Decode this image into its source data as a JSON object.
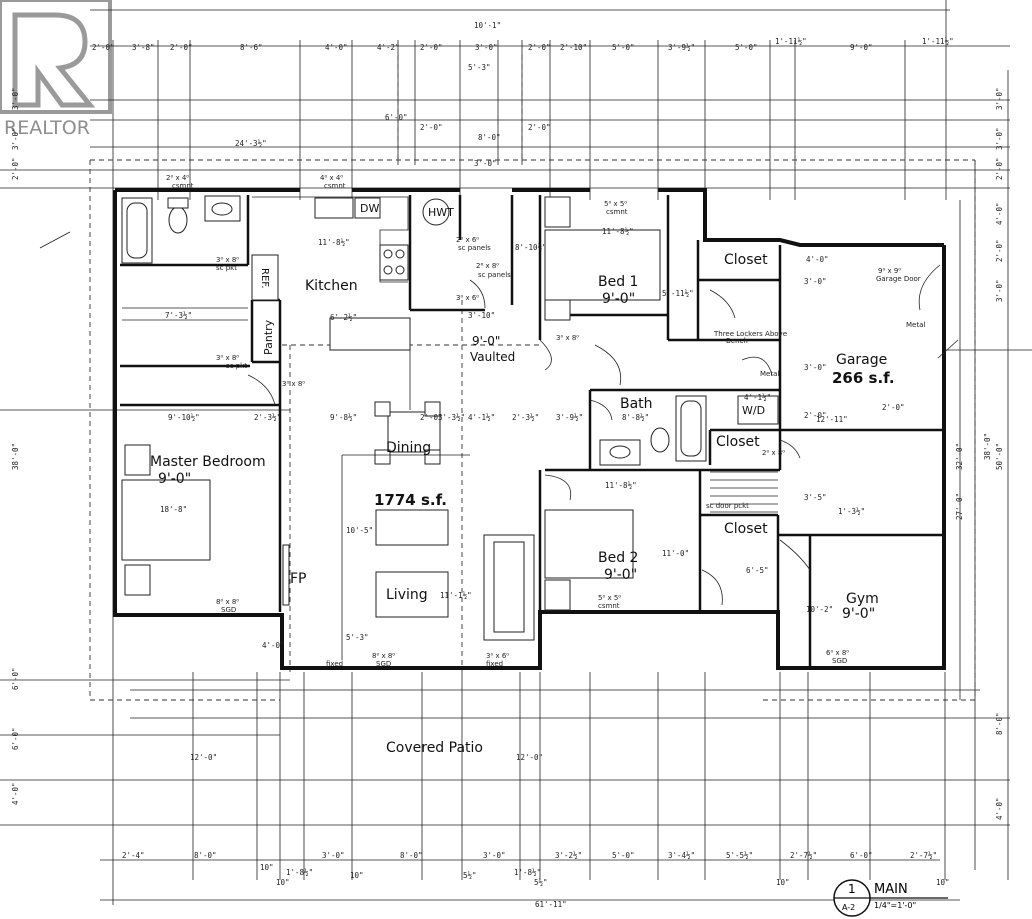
{
  "watermark": {
    "text": "REALTOR"
  },
  "rooms": {
    "kitchen": "Kitchen",
    "ref": "REF.",
    "pantry": "Pantry",
    "dw": "DW",
    "hwt": "HWT",
    "bed1_name": "Bed 1",
    "bed1_ceiling": "9'-0\"",
    "closet1": "Closet",
    "closet2": "Closet",
    "closet3": "Closet",
    "bath": "Bath",
    "wd": "W/D",
    "garage_name": "Garage",
    "garage_area": "266 s.f.",
    "vault_height": "9'-0\"",
    "vault_label": "Vaulted",
    "master_name": "Master Bedroom",
    "master_ceiling": "9'-0\"",
    "dining": "Dining",
    "area_total": "1774 s.f.",
    "living": "Living",
    "fp": "FP",
    "bed2_name": "Bed 2",
    "bed2_ceiling": "9'-0\"",
    "gym_name": "Gym",
    "gym_ceiling": "9'-0\"",
    "patio": "Covered Patio"
  },
  "notes": {
    "garage_door": "Garage Door",
    "garage_door_size": "9⁰ x 9⁰",
    "metal": "Metal",
    "metal2": "Metal",
    "lockers": "Three Lockers Above",
    "bench": "Bench",
    "sc_panels": "sc panels",
    "sc_panels2": "sc panels",
    "sc_pkt": "sc pkt",
    "sc_pkt2": "sc pkt",
    "csmnt": "csmnt",
    "csmnt2": "csmnt",
    "csmnt3": "csmnt",
    "csmnt4": "csmnt",
    "sgd": "SGD",
    "sgd2": "SGD",
    "sgd3": "SGD",
    "fixed": "fixed",
    "fixed2": "fixed",
    "sc_door_pkt": "sc door pckt"
  },
  "title_block": {
    "number": "1",
    "sheet": "A-2",
    "name": "MAIN",
    "scale": "1/4\"=1'-0\""
  },
  "dims": {
    "top_overall": "10'-1\"",
    "top_row": [
      "2'-0\"",
      "3'-8\"",
      "2'-0\"",
      "8'-6\"",
      "4'-0\"",
      "4'-2\"",
      "2'-0\"",
      "3'-0\"",
      "2'-0\"",
      "2'-10\"",
      "5'-0\"",
      "3'-9½\"",
      "5'-0\"",
      "1'-11½\"",
      "9'-0\"",
      "1'-11½\""
    ],
    "sub_dims": [
      "5'-3\"",
      "24'-3½\"",
      "8'-0\"",
      "3'-0\"",
      "2'-0\"",
      "2'-0\"",
      "8'-10½\"",
      "6'-0\""
    ],
    "right_col": [
      "3'-0\"",
      "3'-0\"",
      "2'-0\"",
      "4'-0\"",
      "2'-0\"",
      "3'-0\"",
      "38'-0\"",
      "32'-0\"",
      "27'-0\"",
      "50'-0\"",
      "8'-0\"",
      "4'-0\""
    ],
    "left_col": [
      "3'-0\"",
      "3'-0\"",
      "2'-0\"",
      "38'-0\"",
      "6'-0\"",
      "6'-0\"",
      "4'-0\""
    ],
    "bottom_row": [
      "2'-4\"",
      "8'-0\"",
      "1'-8½\"",
      "3'-0\"",
      "8'-0\"",
      "3'-0\"",
      "1'-8½\"",
      "3'-2½\"",
      "5'-0\"",
      "3'-4½\"",
      "5'-5½\"",
      "2'-7½\"",
      "6'-0\"",
      "2'-7½\""
    ],
    "bottom_overall": "61'-11\"",
    "bottom_small": [
      "10\"",
      "10\"",
      "5½\"",
      "5½\"",
      "10\"",
      "10\"",
      "10\""
    ],
    "interior": [
      "11'-8½\"",
      "11'-8½\"",
      "11'-8½\"",
      "6'-2½\"",
      "3'-10\"",
      "9'-10½\"",
      "9'-8½\"",
      "4'-1½\"",
      "2'-3½\"",
      "3'-9½\"",
      "8'-8½\"",
      "12'-11\"",
      "2'-0\"",
      "2'-3½\"",
      "2'-0\"",
      "3'-3½\"",
      "18'-8\"",
      "7'-3½\"",
      "10'-5\"",
      "11'-1½\"",
      "12'-0\"",
      "12'-0\"",
      "5'-3\"",
      "10'-2\"",
      "11'-0\"",
      "5'-11½\"",
      "2'-0\"",
      "3'-0\"",
      "3'-5\"",
      "1'-3½\"",
      "4'-1½\"",
      "6'-5\"",
      "3'-0\"",
      "4'-0\"",
      "4'-0\""
    ]
  },
  "windows": {
    "w1": "2⁰ x 4⁰",
    "w2": "4⁰ x 4⁰",
    "w3": "5⁰ x 5⁰",
    "w4": "5⁰ x 5⁰",
    "d1": "3⁰ x 8⁰",
    "d2": "3⁰ x 8⁰",
    "d3": "3⁰ x 8⁰",
    "d4": "3⁰ x 8⁰",
    "d5": "2⁰ x 6⁰",
    "d6": "2⁶ x 8⁰",
    "d7": "3⁰ x 6⁰",
    "d8": "8⁰ x 8⁰",
    "d9": "8⁰ x 8⁰",
    "d10": "6⁰ x 8⁰",
    "d11": "3⁰ x 6⁰",
    "d12": "2⁰ x 8⁰"
  }
}
